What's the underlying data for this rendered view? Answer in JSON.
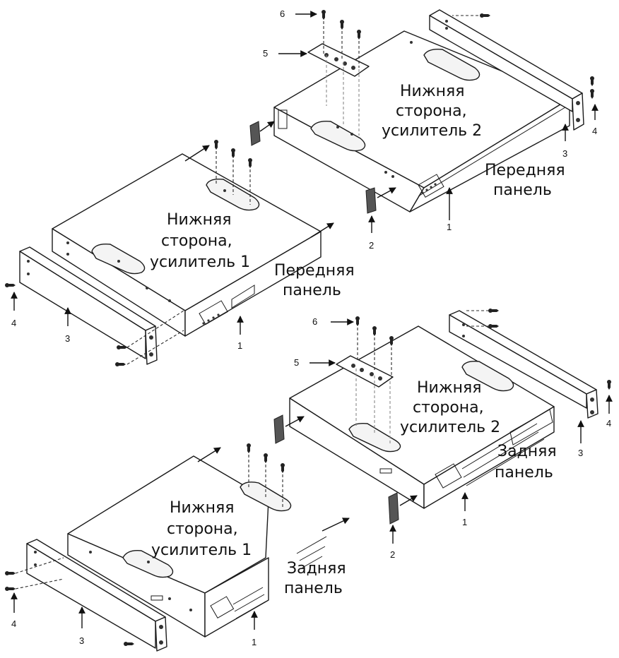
{
  "labels": {
    "bottom_side": "Нижняя",
    "side_word": "сторона,",
    "amp1": "усилитель 1",
    "amp2": "усилитель 2",
    "front": "Передняя",
    "rear": "Задняя",
    "panel": "панель"
  },
  "callouts": [
    "1",
    "2",
    "3",
    "4",
    "5",
    "6"
  ],
  "colors": {
    "ink": "#1a1a1a",
    "rubber": "#555555",
    "background": "#ffffff"
  }
}
